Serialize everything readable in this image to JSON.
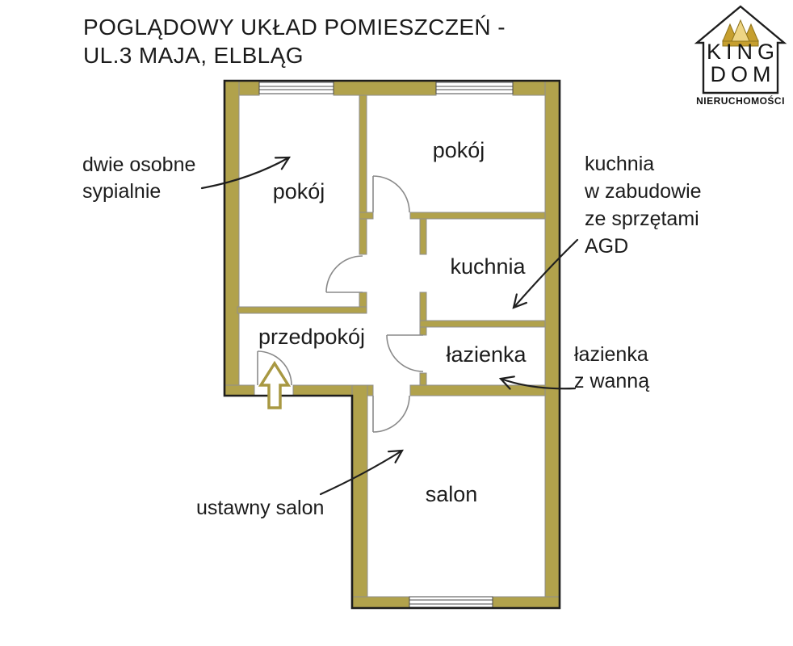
{
  "title": {
    "line1": "POGLĄDOWY UKŁAD POMIESZCZEŃ -",
    "line2": "UL.3 MAJA, ELBLĄG"
  },
  "logo": {
    "brand_line1": "KING",
    "brand_line2": "DOM",
    "tagline": "NIERUCHOMOŚCI"
  },
  "rooms": {
    "bedroom_left": {
      "label": "pokój"
    },
    "bedroom_right": {
      "label": "pokój"
    },
    "kitchen": {
      "label": "kuchnia"
    },
    "bathroom": {
      "label": "łazienka"
    },
    "hallway": {
      "label": "przedpokój"
    },
    "living_room": {
      "label": "salon"
    }
  },
  "annotations": {
    "bedrooms": {
      "lines": [
        "dwie osobne",
        "sypialnie"
      ]
    },
    "kitchen": {
      "lines": [
        "kuchnia",
        "w zabudowie",
        "ze sprzętami",
        "AGD"
      ]
    },
    "bathroom": {
      "lines": [
        "łazienka",
        "z wanną"
      ]
    },
    "living_room": {
      "lines": [
        "ustawny salon"
      ]
    }
  },
  "colors": {
    "wall": "#b1a24c",
    "outline": "#1d1d1d",
    "door_arc": "#8a8a8a",
    "entrance_arrow": "#a89842",
    "crown_dark": "#c69f2f",
    "crown_light": "#eed584",
    "text": "#1c1c1c"
  }
}
